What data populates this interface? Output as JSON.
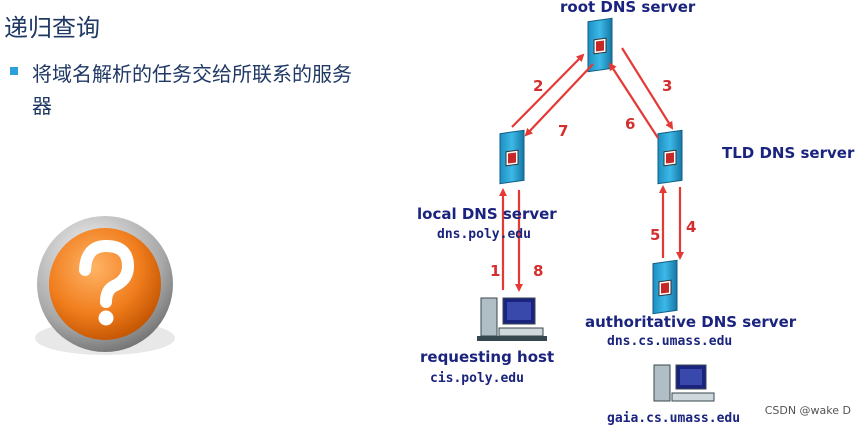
{
  "slide": {
    "title": "递归查询",
    "bullet": "将域名解析的任务交给所联系的服务器"
  },
  "diagram": {
    "root_server": {
      "label": "root DNS server"
    },
    "tld_server": {
      "label": "TLD DNS server"
    },
    "local_server": {
      "label": "local DNS server",
      "host": "dns.poly.edu"
    },
    "authoritative_server": {
      "label": "authoritative DNS server",
      "host": "dns.cs.umass.edu"
    },
    "requesting_host": {
      "label": "requesting host",
      "host": "cis.poly.edu"
    },
    "target_host": {
      "host": "gaia.cs.umass.edu"
    },
    "steps": [
      "1",
      "2",
      "3",
      "4",
      "5",
      "6",
      "7",
      "8"
    ],
    "icons": {
      "help": "question-mark-icon",
      "server": "server-icon",
      "computer": "computer-icon"
    },
    "colors": {
      "arrow": "#e53935",
      "server_body": "#29a7d9",
      "help_orange": "#f07d1d",
      "text": "#1a237e"
    }
  },
  "watermark": "CSDN @wake D"
}
